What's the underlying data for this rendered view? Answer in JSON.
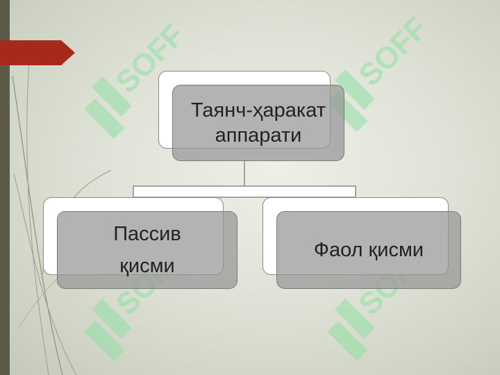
{
  "diagram": {
    "root": {
      "line1": "Таянч-ҳаракат",
      "line2": "аппарати"
    },
    "left_child": {
      "line1": "Пассив",
      "line2": "қисми"
    },
    "right_child": {
      "line1": "Фаол қисми"
    }
  },
  "watermark": {
    "text": "SOFF"
  },
  "colors": {
    "accent_flag": "#a52a1c",
    "left_bar": "#5b5a45",
    "watermark_green": "#8fe0a4"
  }
}
